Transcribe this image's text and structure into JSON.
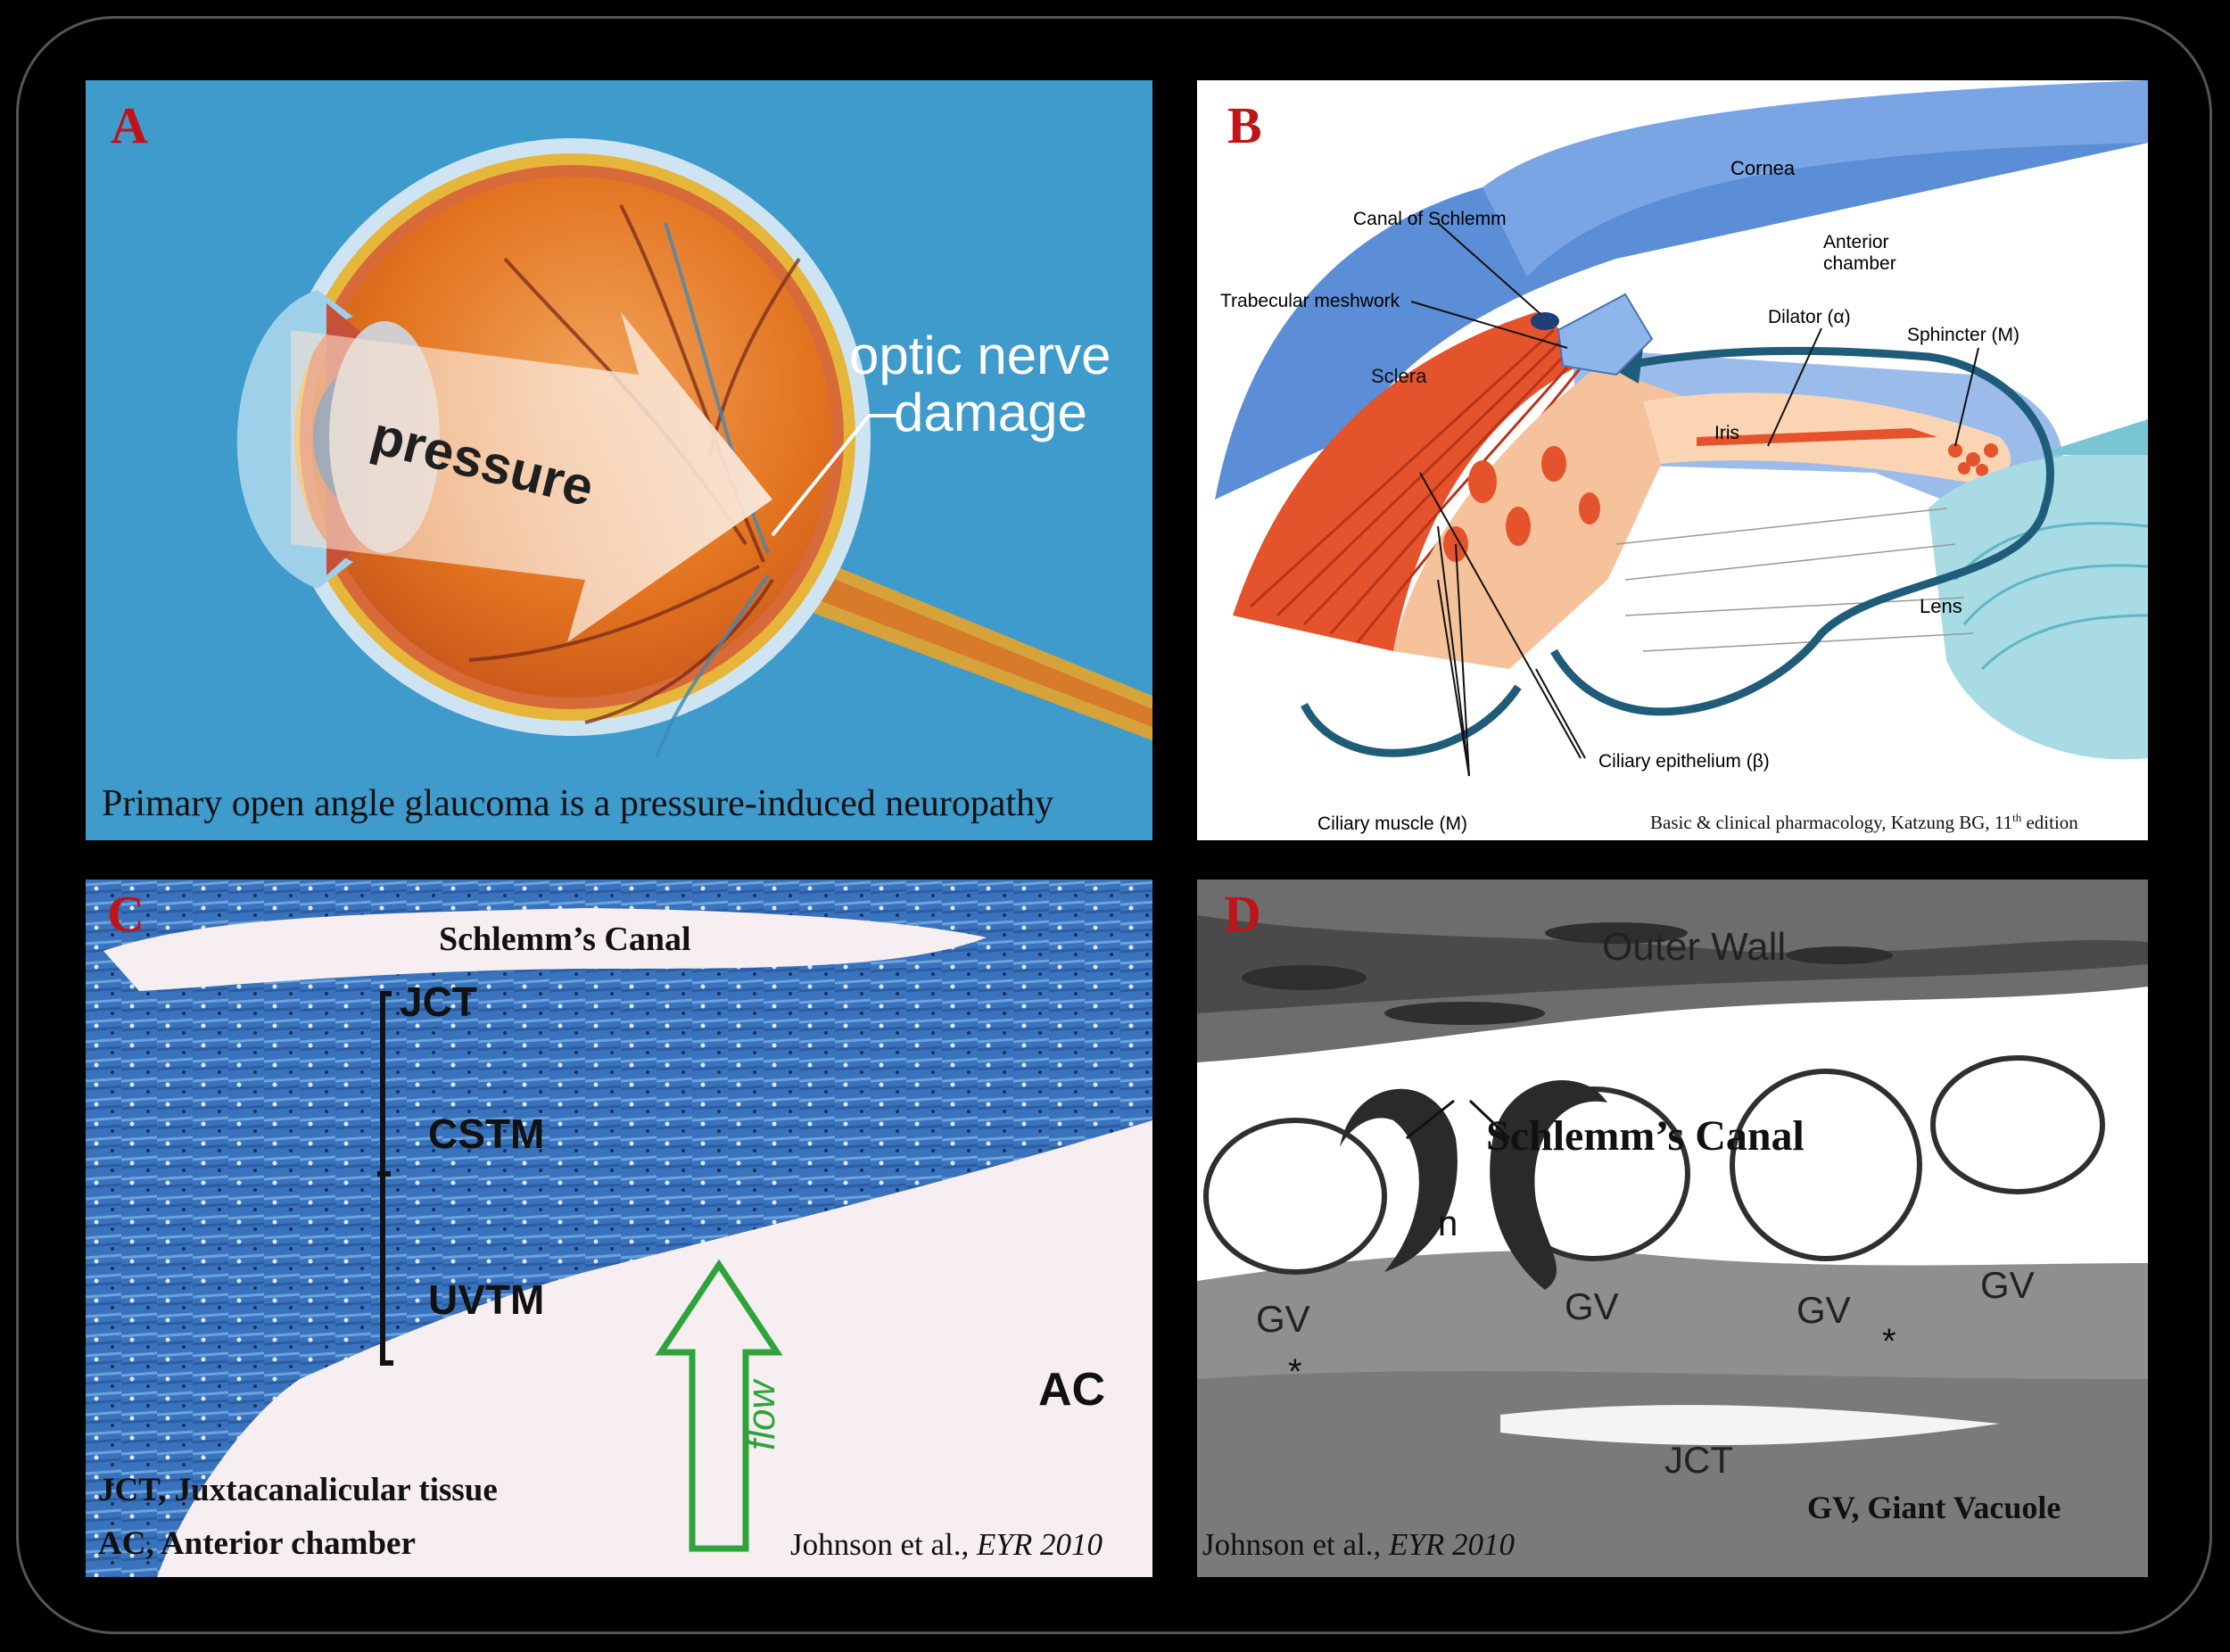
{
  "panels": {
    "a": {
      "letter": "A",
      "pressure_label": "pressure",
      "damage_line1": "optic nerve",
      "damage_line2": "damage",
      "caption": "Primary open angle glaucoma is a pressure-induced neuropathy"
    },
    "b": {
      "letter": "B",
      "labels": {
        "cornea": "Cornea",
        "canal": "Canal of Schlemm",
        "anterior1": "Anterior",
        "anterior2": "chamber",
        "trabecular": "Trabecular meshwork",
        "dilator": "Dilator (α)",
        "sphincter": "Sphincter (M)",
        "sclera": "Sclera",
        "iris": "Iris",
        "lens": "Lens",
        "epithelium": "Ciliary epithelium (β)",
        "muscle": "Ciliary muscle (M)"
      },
      "citation_main": "Basic & clinical pharmacology, Katzung BG, 11",
      "citation_sup": "th",
      "citation_end": " edition"
    },
    "c": {
      "letter": "C",
      "canal_label": "Schlemm’s Canal",
      "jct": "JCT",
      "cstm": "CSTM",
      "uvtm": "UVTM",
      "ac": "AC",
      "flow": "flow",
      "legend1": "JCT, Juxtacanalicular tissue",
      "legend2": "AC, Anterior chamber",
      "cite_author": "Johnson et al., ",
      "cite_journal": "EYR 2010"
    },
    "d": {
      "letter": "D",
      "outer_wall": "Outer Wall",
      "canal_label": "Schlemm’s Canal",
      "n": "n",
      "gv": "GV",
      "asterisk": "*",
      "jct": "JCT",
      "legend": "GV, Giant Vacuole",
      "cite_author": "Johnson et al., ",
      "cite_journal": "EYR 2010"
    }
  },
  "colors": {
    "background": "#000000",
    "panel_a_bg": "#3f9bcb",
    "letter_red": "#c0131a",
    "eye_orange": "#e2731f",
    "cornea_blue": "#5b8ed6",
    "ciliary_red": "#e4532b",
    "stain_blue": "#3a73bd",
    "flow_green": "#2ea33a"
  }
}
